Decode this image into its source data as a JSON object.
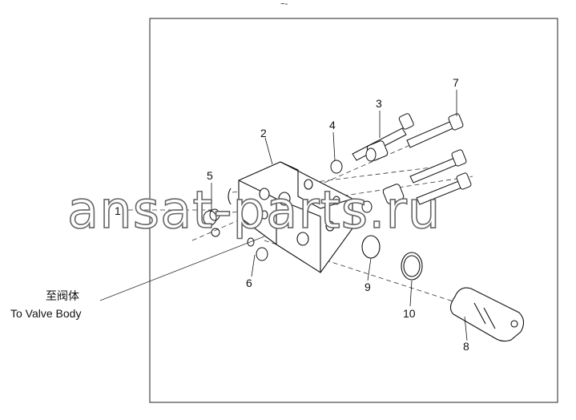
{
  "header_mark": "~-",
  "callouts": [
    {
      "num": "1",
      "part": "1"
    },
    {
      "num": "2",
      "part": "2"
    },
    {
      "num": "3",
      "part": "3"
    },
    {
      "num": "4",
      "part": "4"
    },
    {
      "num": "5",
      "part": "5"
    },
    {
      "num": "6",
      "part": "6"
    },
    {
      "num": "7",
      "part": "7"
    },
    {
      "num": "8",
      "part": "8"
    },
    {
      "num": "9",
      "part": "9"
    },
    {
      "num": "10",
      "part": "10"
    }
  ],
  "annotation": {
    "zh": "至阀体",
    "en": "To Valve Body"
  },
  "watermark": "ansat-parts.ru"
}
